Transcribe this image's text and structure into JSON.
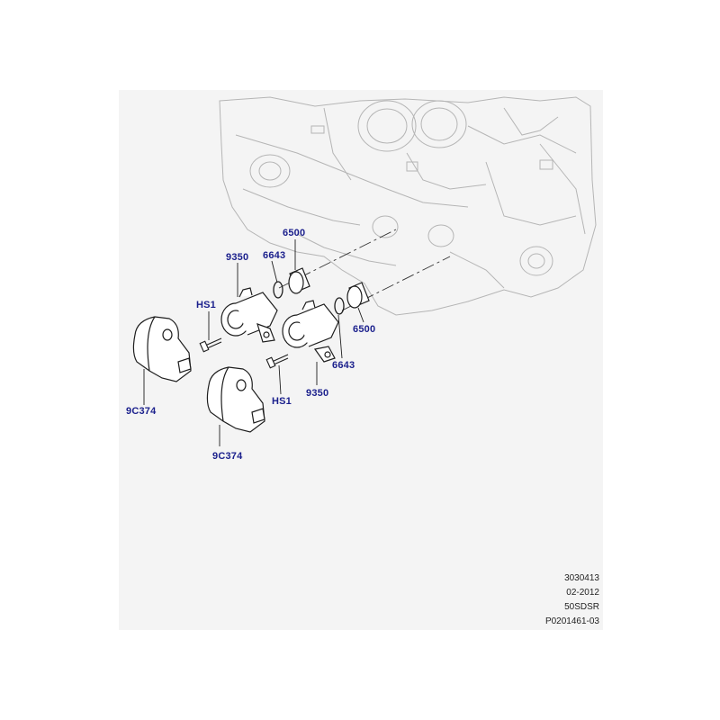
{
  "callouts": {
    "c6500_top": "6500",
    "c9350_left": "9350",
    "c6643_top": "6643",
    "chs1_left": "HS1",
    "c6500_right": "6500",
    "c6643_right": "6643",
    "c9350_right": "9350",
    "chs1_bottom": "HS1",
    "c9c374_left": "9C374",
    "c9c374_bottom": "9C374"
  },
  "meta": {
    "line1": "3030413",
    "line2": "02-2012",
    "line3": "50SDSR",
    "line4": "P0201461-03"
  },
  "colors": {
    "frame_bg": "#f4f4f4",
    "engine_line": "#b8b8b8",
    "part_line": "#1e1e1e",
    "callout": "#1a1f8c"
  }
}
